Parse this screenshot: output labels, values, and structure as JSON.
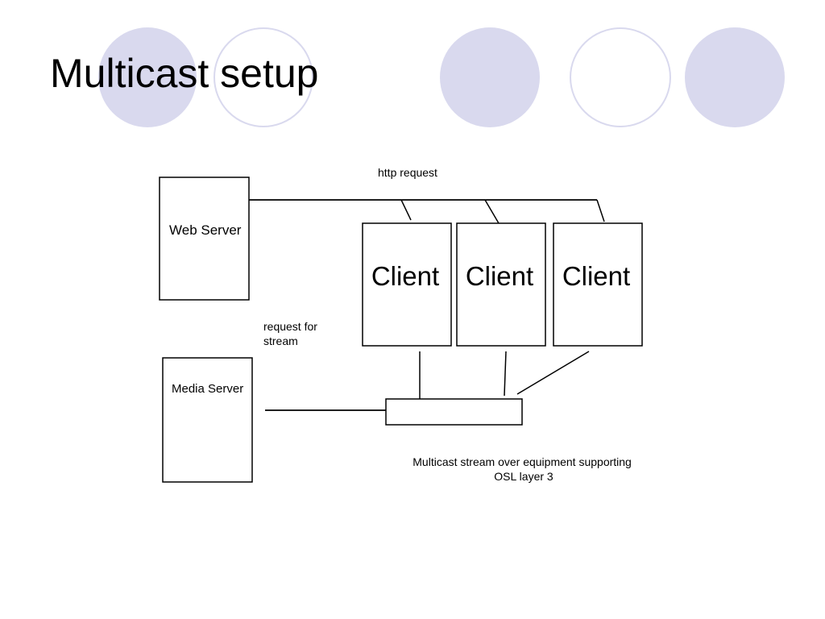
{
  "slide": {
    "title": "Multicast setup"
  },
  "theme": {
    "circle_color": "#d9d9ee",
    "line_color": "#000000"
  },
  "diagram": {
    "web_server_label": "Web Server",
    "media_server_label": "Media Server",
    "client_labels": [
      "Client",
      "Client",
      "Client"
    ],
    "http_request_label": "http request",
    "request_for_stream_lines": [
      "request for",
      "stream"
    ],
    "multicast_caption_lines": [
      "Multicast stream over equipment supporting",
      "OSL layer 3"
    ]
  }
}
